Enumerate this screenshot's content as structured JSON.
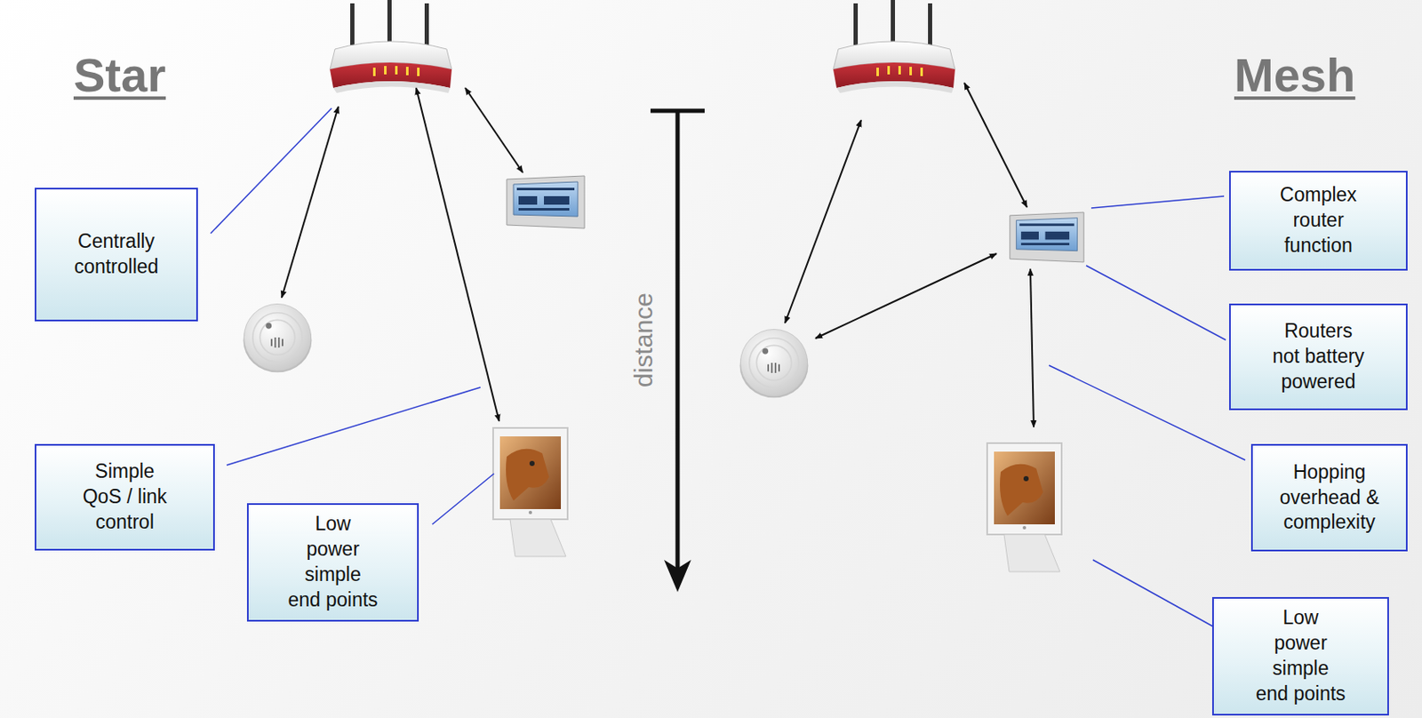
{
  "diagram": {
    "nodes": [
      {
        "text": [
          "Centrally controlled"
        ]
      },
      {
        "text": [
          "Simple QoS / link control"
        ]
      },
      {
        "text": [
          "Low power simple end points"
        ]
      },
      {
        "text": [
          "Complex router function"
        ]
      },
      {
        "text": [
          "Routers not battery powered"
        ]
      },
      {
        "text": [
          "Hopping overhead & complexity"
        ]
      },
      {
        "text": [
          "Low power simple end points"
        ]
      }
    ],
    "labels": [
      "Star",
      "distance",
      "Mesh"
    ]
  }
}
